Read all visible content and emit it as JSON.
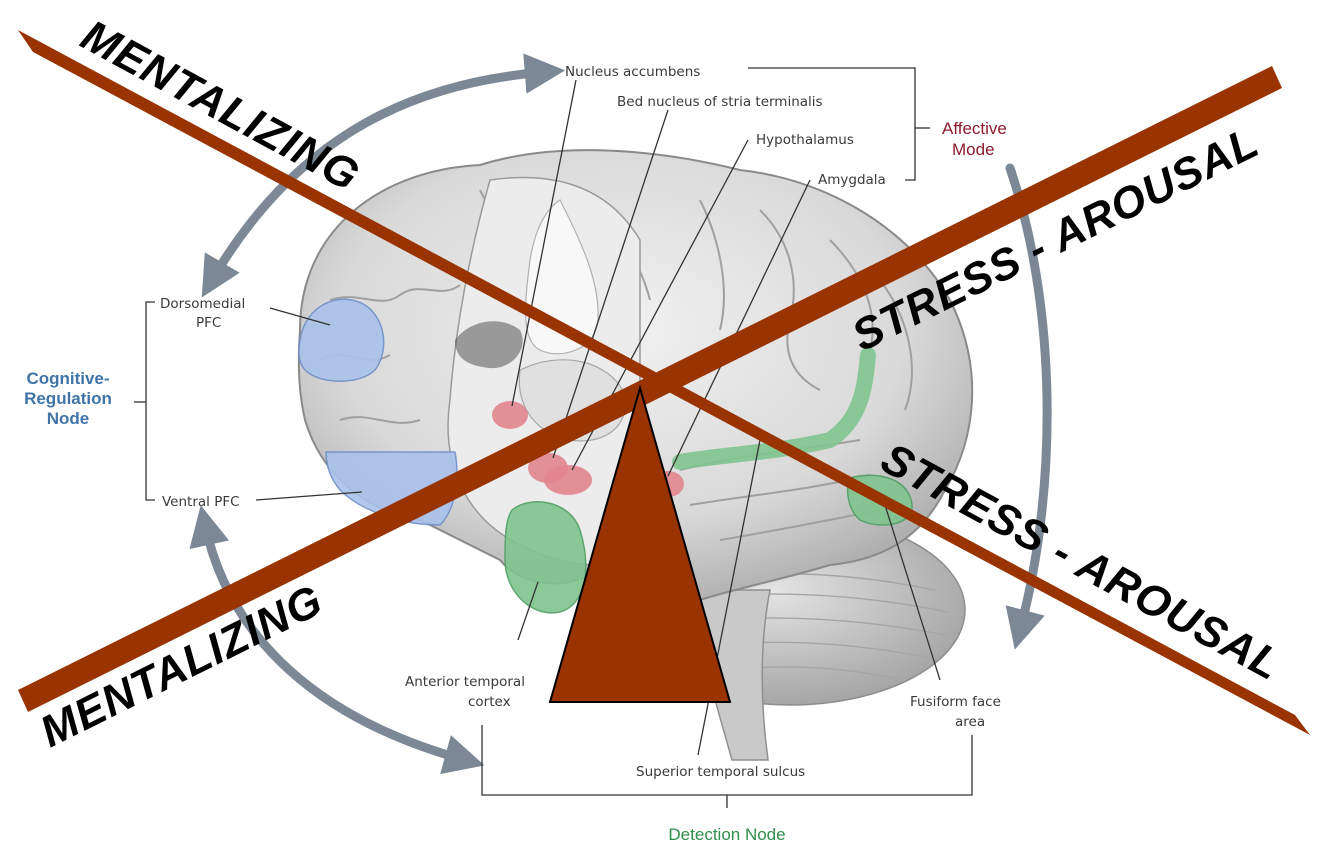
{
  "structures": {
    "nucleus_accumbens": "Nucleus accumbens",
    "bed_nucleus": "Bed nucleus of stria terminalis",
    "hypothalamus": "Hypothalamus",
    "amygdala": "Amygdala",
    "dorsomedial_pfc": [
      "Dorsomedial",
      "PFC"
    ],
    "ventral_pfc": "Ventral PFC",
    "anterior_temporal_cortex": [
      "Anterior temporal",
      "cortex"
    ],
    "fusiform_face_area": [
      "Fusiform face",
      "area"
    ],
    "superior_temporal_sulcus": "Superior temporal sulcus"
  },
  "nodes": {
    "affective": [
      "Affective",
      "Mode"
    ],
    "cognitive": [
      "Cognitive-",
      "Regulation",
      "Node"
    ],
    "detection": "Detection Node"
  },
  "overlay": {
    "mentalizing_top": "MENTALIZING",
    "mentalizing_bottom": "MENTALIZING",
    "stress_top": "STRESS - AROUSAL",
    "stress_bottom": "STRESS - AROUSAL"
  },
  "colors": {
    "bar": "#993300",
    "affective": "#8c1c2c",
    "cognitive": "#3f74a8",
    "detection": "#2f8f4a",
    "region_blue": "#a9c2ea",
    "region_red": "#e2858f",
    "region_green": "#7fc48e"
  }
}
